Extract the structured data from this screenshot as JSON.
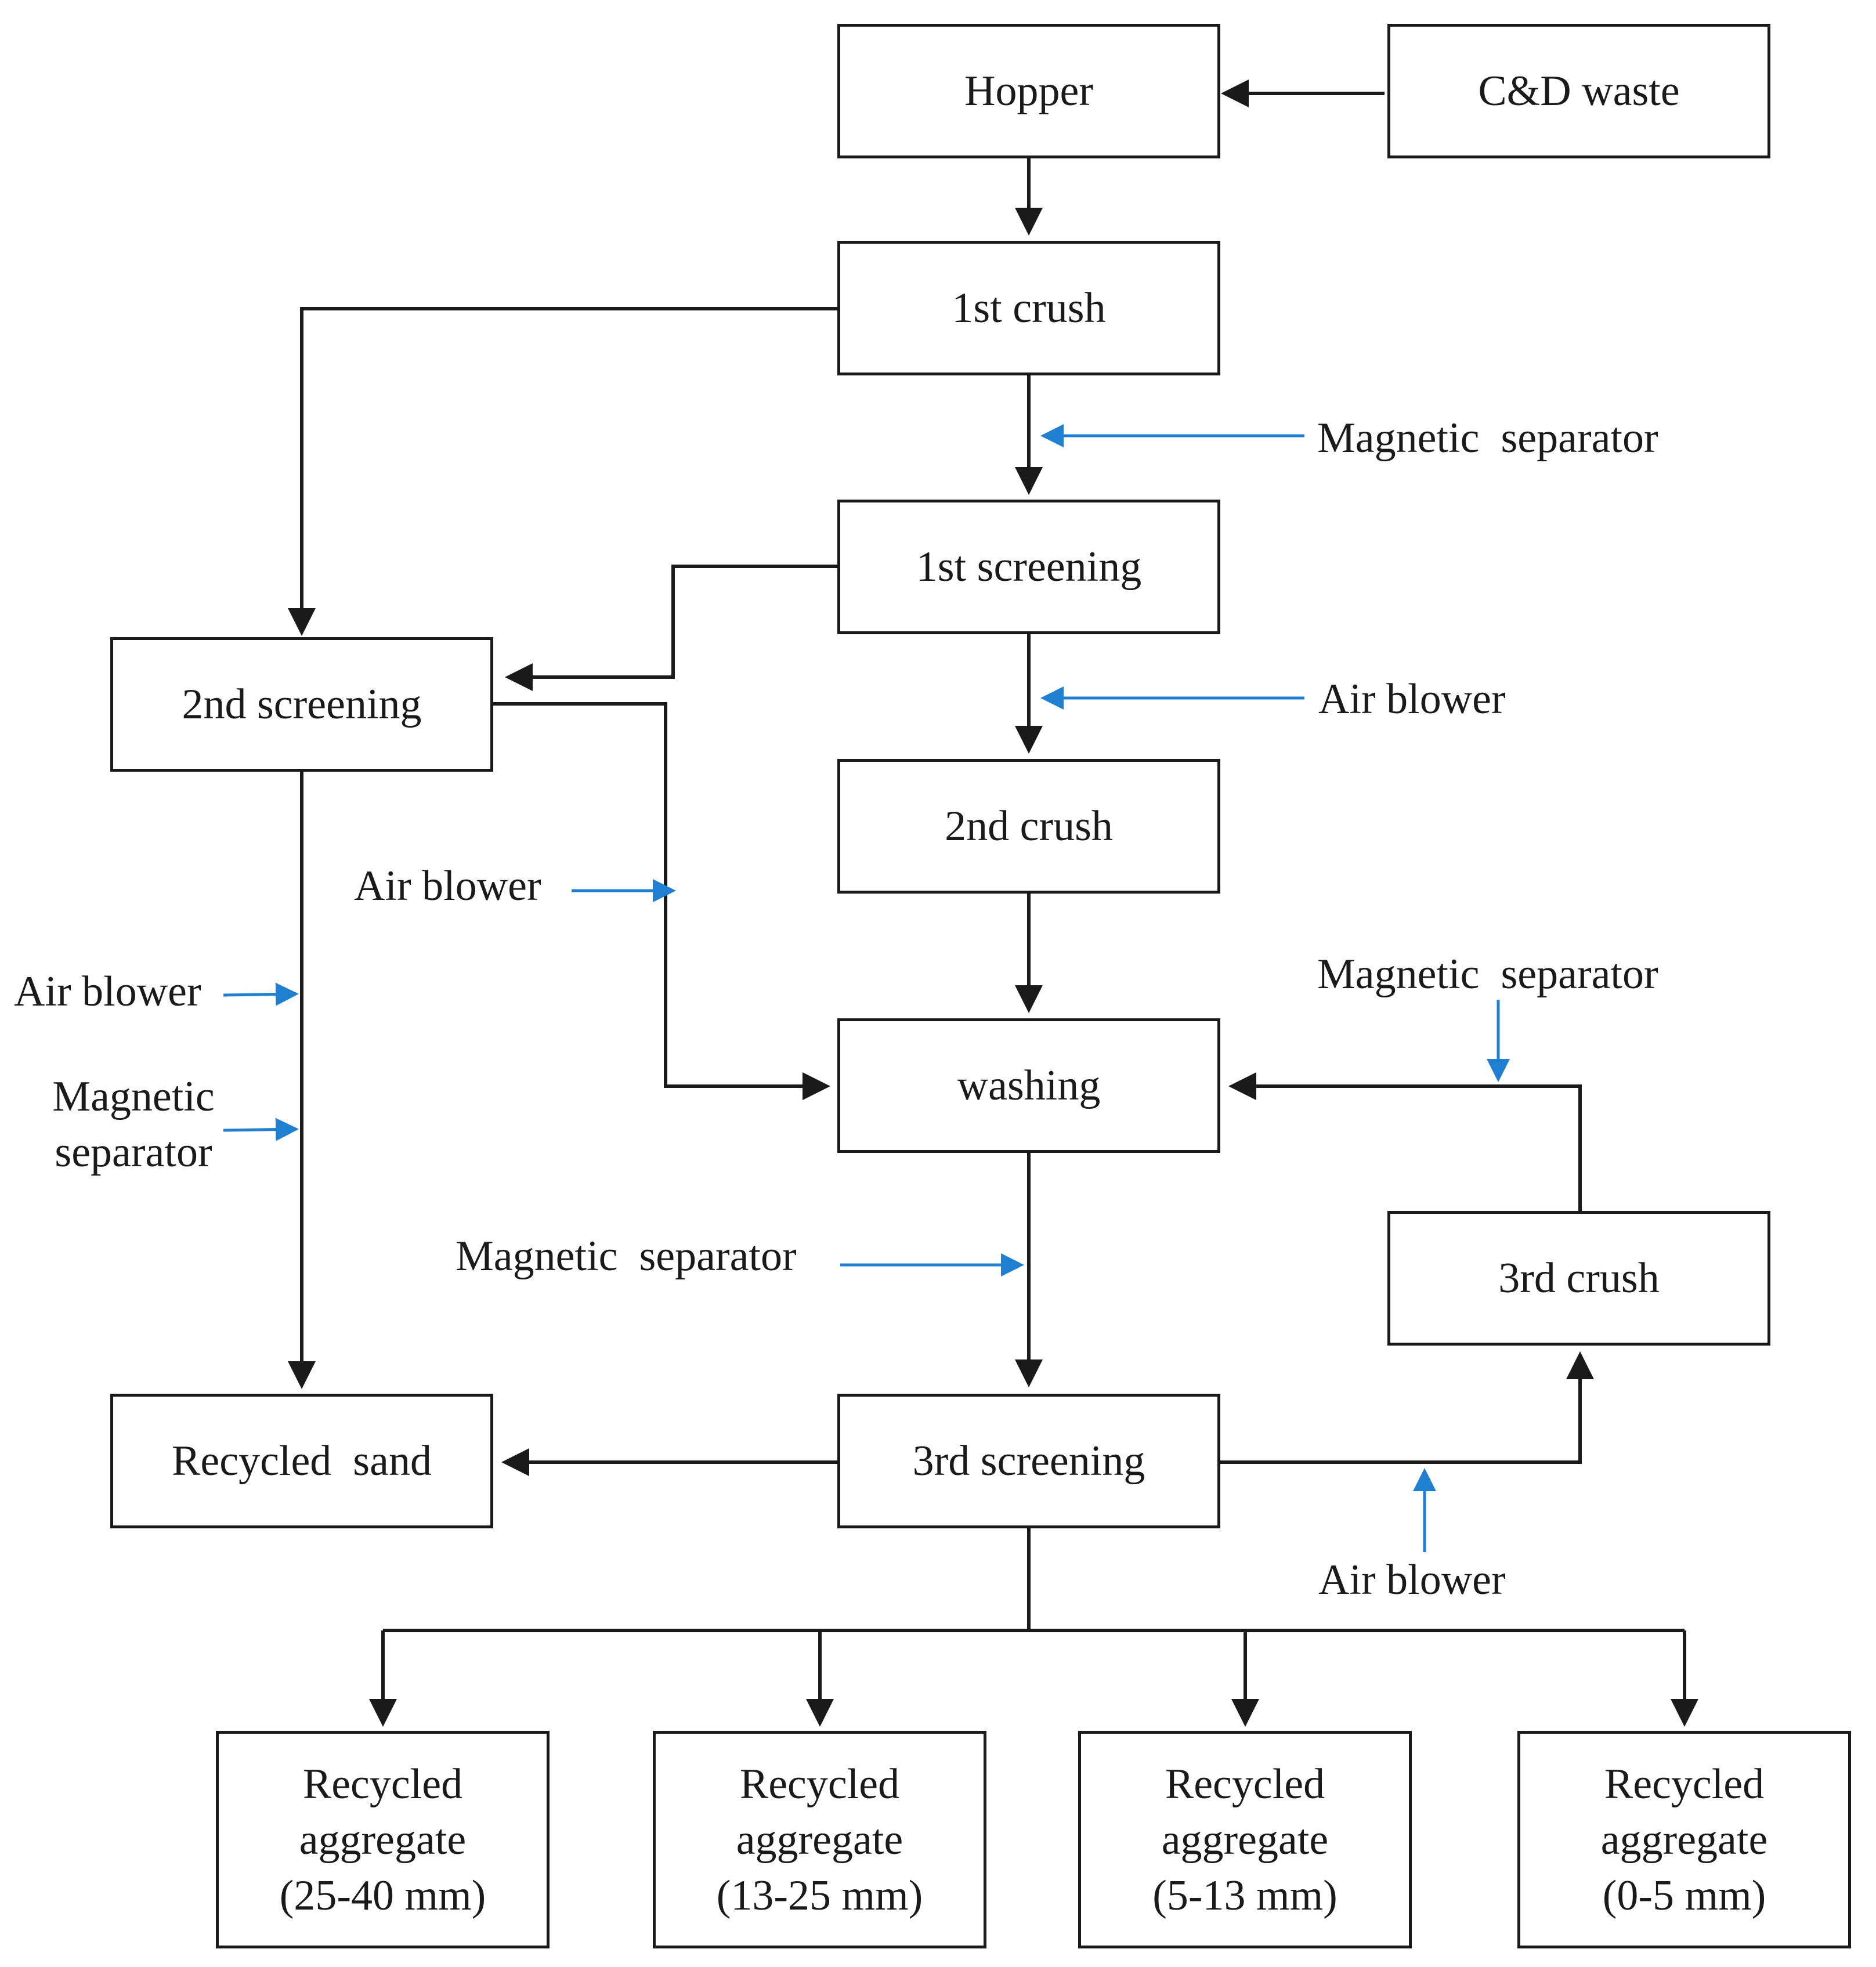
{
  "colors": {
    "line": "#1a1a1a",
    "annotation_arrow": "#1f7fd1",
    "background": "#ffffff"
  },
  "nodes": {
    "hopper": "Hopper",
    "cd_waste": "C&D waste",
    "crush1": "1st crush",
    "screening1": "1st screening",
    "screening2": "2nd screening",
    "crush2": "2nd crush",
    "washing": "washing",
    "crush3": "3rd crush",
    "sand": "Recycled  sand",
    "screening3": "3rd screening",
    "agg_25_40": "Recycled\naggregate\n(25-40 mm)",
    "agg_13_25": "Recycled\naggregate\n(13-25 mm)",
    "agg_5_13": "Recycled\naggregate\n(5-13 mm)",
    "agg_0_5": "Recycled\naggregate\n(0-5 mm)"
  },
  "annotations": {
    "mag_sep_crush1": "Magnetic  separator",
    "air_blower_screen1": "Air blower",
    "air_blower_mid": "Air blower",
    "air_blower_left": "Air blower",
    "mag_sep_left": "Magnetic\nseparator",
    "mag_sep_washing_right": "Magnetic  separator",
    "mag_sep_washing_down": "Magnetic  separator",
    "air_blower_screen3": "Air blower"
  }
}
